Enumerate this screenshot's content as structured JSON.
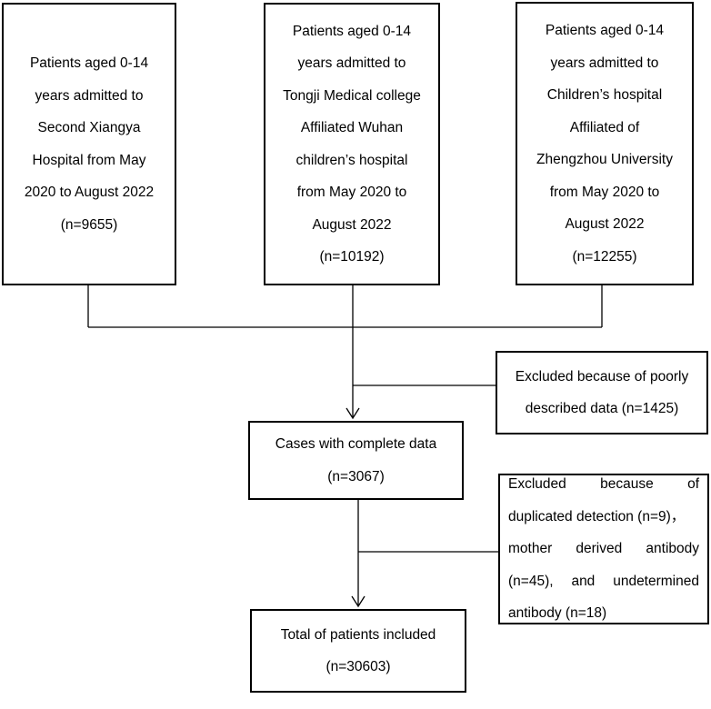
{
  "sources": [
    {
      "lines": [
        "Patients aged 0-14",
        "years admitted to",
        "Second Xiangya",
        "Hospital from May",
        "2020 to August 2022",
        "(n=9655)"
      ]
    },
    {
      "lines": [
        "Patients aged 0-14",
        "years admitted to",
        "Tongji Medical college",
        "Affiliated Wuhan",
        "children’s hospital",
        "from May 2020 to",
        "August 2022",
        "(n=10192)"
      ]
    },
    {
      "lines": [
        "Patients aged 0-14",
        "years admitted to",
        "Children’s hospital",
        "Affiliated of",
        "Zhengzhou University",
        "from May 2020 to",
        "August 2022",
        "(n=12255)"
      ]
    }
  ],
  "exclusion_1": {
    "lines": [
      "Excluded because of poorly",
      "described data (n=1425)"
    ]
  },
  "complete": {
    "lines": [
      "Cases with complete data",
      "(n=3067)"
    ]
  },
  "exclusion_2": {
    "lines": [
      "Excluded because of",
      "duplicated detection (n=9)，",
      "mother derived antibody",
      "(n=45), and undetermined",
      "antibody (n=18)"
    ]
  },
  "total": {
    "lines": [
      "Total of patients included",
      "(n=30603)"
    ]
  }
}
